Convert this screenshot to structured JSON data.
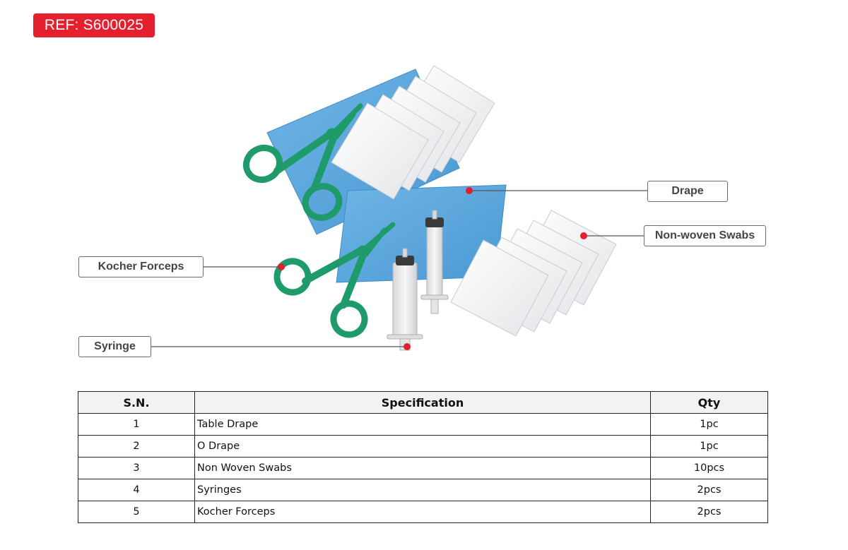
{
  "ref": {
    "label": "REF: S600025"
  },
  "callouts": {
    "drape": "Drape",
    "swabs": "Non-woven Swabs",
    "forceps": "Kocher Forceps",
    "syringe": "Syringe"
  },
  "colors": {
    "ref_badge": "#e5202e",
    "drape_blue": "#5aa7dc",
    "forceps_green": "#1f9b6b",
    "marker_red": "#e0202e"
  },
  "table": {
    "headers": [
      "S.N.",
      "Specification",
      "Qty"
    ],
    "rows": [
      {
        "sn": "1",
        "spec": "Table Drape",
        "qty": "1pc"
      },
      {
        "sn": "2",
        "spec": "O Drape",
        "qty": "1pc"
      },
      {
        "sn": "3",
        "spec": "Non Woven Swabs",
        "qty": "10pcs"
      },
      {
        "sn": "4",
        "spec": "Syringes",
        "qty": "2pcs"
      },
      {
        "sn": "5",
        "spec": "Kocher Forceps",
        "qty": "2pcs"
      }
    ]
  }
}
